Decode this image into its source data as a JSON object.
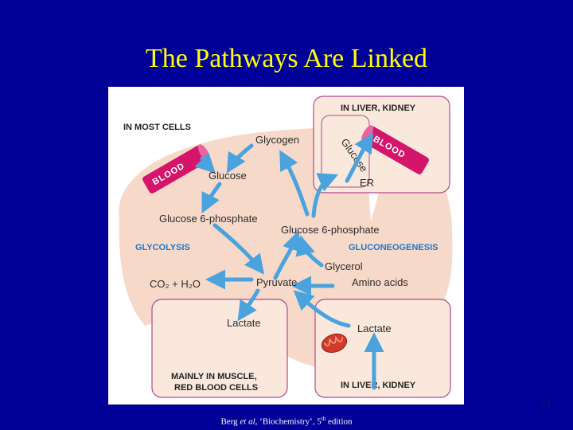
{
  "slide": {
    "title": "The Pathways Are Linked",
    "page_number": "73",
    "citation": {
      "author": "Berg ",
      "etal": "et al",
      "work": ", ‘Biochemistry’, 5",
      "sup": "th",
      "edition": " edition"
    }
  },
  "diagram": {
    "regions": {
      "most_cells": "IN MOST CELLS",
      "liver_kidney_top": "IN LIVER, KIDNEY",
      "muscle_line1": "MAINLY IN MUSCLE,",
      "muscle_line2": "RED BLOOD CELLS",
      "liver_kidney_bottom": "IN LIVER, KIDNEY"
    },
    "pathways": {
      "glycolysis": "GLYCOLYSIS",
      "gluconeogenesis": "GLUCONEOGENESIS"
    },
    "vessels": {
      "left": "BLOOD",
      "right": "BLOOD"
    },
    "metabolites": {
      "glycogen": "Glycogen",
      "glucose": "Glucose",
      "glucose_curved": "Glucose",
      "er": "ER",
      "g6p_left": "Glucose 6-phosphate",
      "g6p_right": "Glucose 6-phosphate",
      "glycerol": "Glycerol",
      "co2_h2o": "CO₂ + H₂O",
      "pyruvate": "Pyruvate",
      "amino_acids": "Amino acids",
      "lactate_left": "Lactate",
      "lactate_right": "Lactate"
    },
    "colors": {
      "cell": "#f7d9c9",
      "arrow": "#4aa3dd",
      "vessel": "#d4156a",
      "region_border": "#b04a8a",
      "pathway_label": "#1e78c8",
      "mitochondrion": "#d23b2a"
    }
  }
}
